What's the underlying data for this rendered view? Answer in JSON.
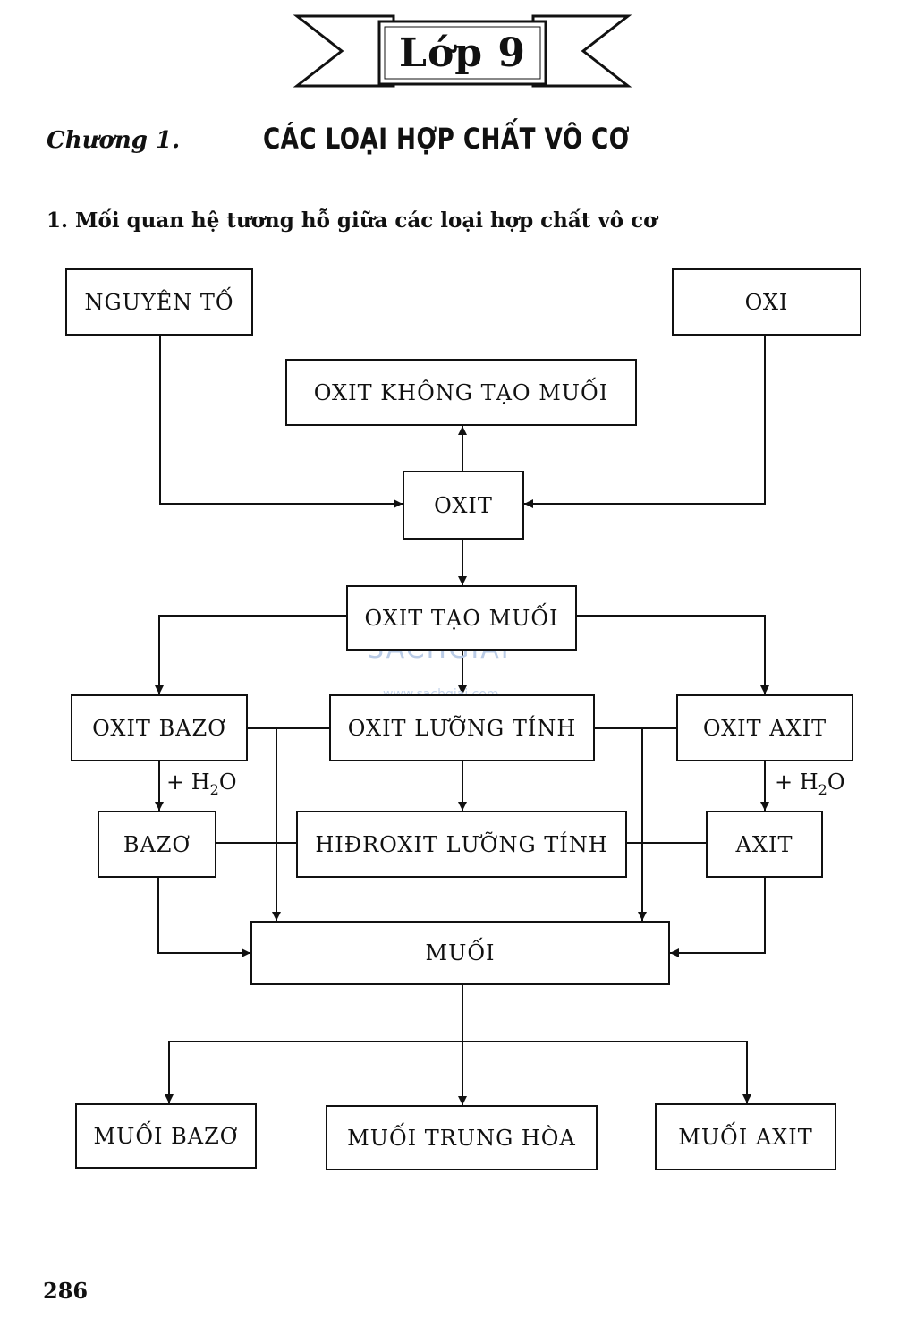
{
  "header": {
    "grade_label": "Lớp 9",
    "chapter_label": "Chương 1.",
    "chapter_title": "CÁC LOẠI HỢP CHẤT VÔ CƠ",
    "section_title": "1. Mối quan hệ tương hỗ giữa các loại hợp chất vô cơ"
  },
  "diagram": {
    "nodes": {
      "nguyen_to": "NGUYÊN TỐ",
      "oxi": "OXI",
      "oxit_khong_tao_muoi": "OXIT KHÔNG TẠO MUỐI",
      "oxit": "OXIT",
      "oxit_tao_muoi": "OXIT TẠO MUỐI",
      "oxit_bazo": "OXIT BAZƠ",
      "oxit_luong_tinh": "OXIT LƯỠNG TÍNH",
      "oxit_axit": "OXIT AXIT",
      "bazo": "BAZƠ",
      "hidroxit_luong_tinh": "HIĐROXIT LƯỠNG TÍNH",
      "axit": "AXIT",
      "muoi": "MUỐI",
      "muoi_bazo": "MUỐI BAZƠ",
      "muoi_trung_hoa": "MUỐI TRUNG HÒA",
      "muoi_axit": "MUỐI AXIT"
    },
    "edge_labels": {
      "water_plus": "+ H",
      "water_sub": "2",
      "water_tail": "O"
    },
    "watermark": {
      "brand": "SÁCHGIẢI",
      "url": "www.sachgiai.com"
    }
  },
  "footer": {
    "page_number": "286"
  }
}
